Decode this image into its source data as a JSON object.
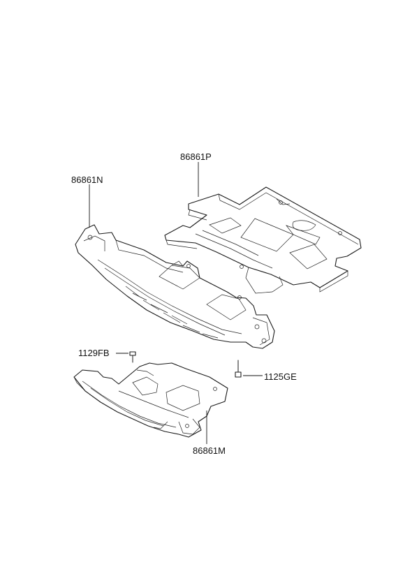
{
  "labels": {
    "part_86861P": "86861P",
    "part_86861N": "86861N",
    "part_1129FB": "1129FB",
    "part_1125GE": "1125GE",
    "part_86861M": "86861M"
  },
  "colors": {
    "line": "#1a1a1a",
    "background": "#ffffff"
  }
}
